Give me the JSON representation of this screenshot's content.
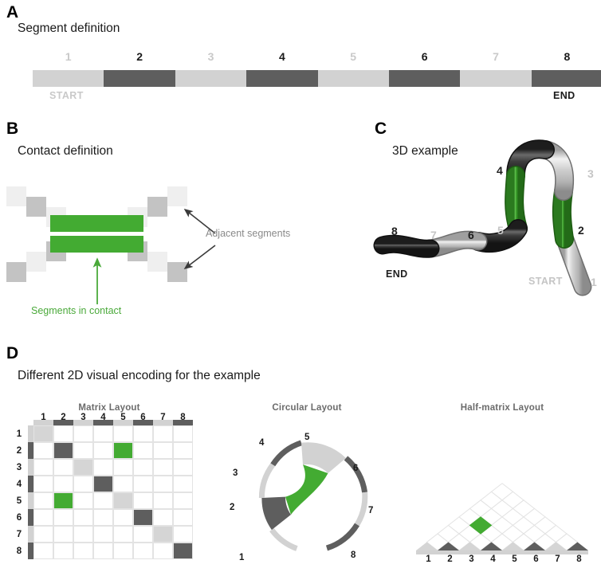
{
  "colors": {
    "light": "#d2d2d2",
    "dark": "#5e5e5e",
    "green": "#43ab32",
    "light_label": "#c9c9c9",
    "gray_text": "#8a8a8a",
    "cell_light": "#d5d5d5",
    "cell_dark": "#5e5e5e",
    "square_light": "#efefef",
    "square_mid": "#c3c3c3",
    "grid_line": "#e3e3e3"
  },
  "panelA": {
    "letter": "A",
    "title": "Segment definition",
    "segments": [
      {
        "id": 1,
        "label": "1",
        "shade": "light"
      },
      {
        "id": 2,
        "label": "2",
        "shade": "dark"
      },
      {
        "id": 3,
        "label": "3",
        "shade": "light"
      },
      {
        "id": 4,
        "label": "4",
        "shade": "dark"
      },
      {
        "id": 5,
        "label": "5",
        "shade": "light"
      },
      {
        "id": 6,
        "label": "6",
        "shade": "dark"
      },
      {
        "id": 7,
        "label": "7",
        "shade": "light"
      },
      {
        "id": 8,
        "label": "8",
        "shade": "dark"
      }
    ],
    "start_label": "START",
    "end_label": "END"
  },
  "panelB": {
    "letter": "B",
    "title": "Contact definition",
    "annotation_adjacent": "Adjacent segments",
    "annotation_contact": "Segments in contact"
  },
  "panelC": {
    "letter": "C",
    "title": "3D example",
    "start_label": "START",
    "end_label": "END",
    "labels": [
      {
        "id": 1,
        "label": "1",
        "shade": "light"
      },
      {
        "id": 2,
        "label": "2",
        "shade": "dark"
      },
      {
        "id": 3,
        "label": "3",
        "shade": "light"
      },
      {
        "id": 4,
        "label": "4",
        "shade": "dark"
      },
      {
        "id": 5,
        "label": "5",
        "shade": "light"
      },
      {
        "id": 6,
        "label": "6",
        "shade": "dark"
      },
      {
        "id": 7,
        "label": "7",
        "shade": "light"
      },
      {
        "id": 8,
        "label": "8",
        "shade": "dark"
      }
    ]
  },
  "panelD": {
    "letter": "D",
    "title": "Different 2D visual encoding for the example",
    "matrix_title": "Matrix Layout",
    "circular_title": "Circular Layout",
    "halfmatrix_title": "Half-matrix Layout"
  },
  "chart_data": {
    "type": "heatmap",
    "title": "Different 2D visual encoding for the example",
    "categories": [
      "1",
      "2",
      "3",
      "4",
      "5",
      "6",
      "7",
      "8"
    ],
    "segment_shades": [
      "light",
      "dark",
      "light",
      "dark",
      "light",
      "dark",
      "light",
      "dark"
    ],
    "diagonal_cells": [
      {
        "row": 1,
        "col": 1,
        "fill": "light"
      },
      {
        "row": 2,
        "col": 2,
        "fill": "dark"
      },
      {
        "row": 3,
        "col": 3,
        "fill": "light"
      },
      {
        "row": 4,
        "col": 4,
        "fill": "dark"
      },
      {
        "row": 5,
        "col": 5,
        "fill": "light"
      },
      {
        "row": 6,
        "col": 6,
        "fill": "dark"
      },
      {
        "row": 7,
        "col": 7,
        "fill": "light"
      },
      {
        "row": 8,
        "col": 8,
        "fill": "dark"
      }
    ],
    "contacts": [
      {
        "row": 2,
        "col": 5,
        "fill": "green"
      },
      {
        "row": 5,
        "col": 2,
        "fill": "green"
      }
    ],
    "contact_pair": [
      2,
      5
    ],
    "xlabel": "",
    "ylabel": "",
    "grid": true,
    "legend": "none"
  }
}
